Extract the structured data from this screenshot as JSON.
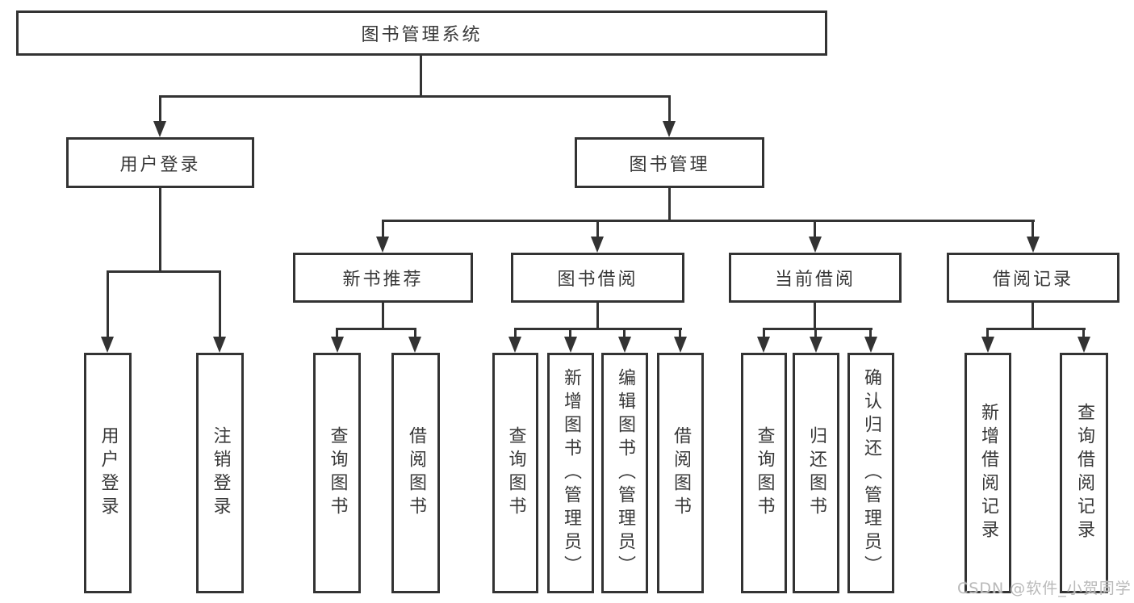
{
  "diagram": {
    "title": "图书管理系统",
    "branches": [
      {
        "label": "用户登录",
        "children": [
          {
            "label": "用户登录"
          },
          {
            "label": "注销登录"
          }
        ]
      },
      {
        "label": "图书管理",
        "children": [
          {
            "label": "新书推荐",
            "children": [
              {
                "label": "查询图书"
              },
              {
                "label": "借阅图书"
              }
            ]
          },
          {
            "label": "图书借阅",
            "children": [
              {
                "label": "查询图书"
              },
              {
                "label": "新增图书（管理员）"
              },
              {
                "label": "编辑图书（管理员）"
              },
              {
                "label": "借阅图书"
              }
            ]
          },
          {
            "label": "当前借阅",
            "children": [
              {
                "label": "查询图书"
              },
              {
                "label": "归还图书"
              },
              {
                "label": "确认归还（管理员）"
              }
            ]
          },
          {
            "label": "借阅记录",
            "children": [
              {
                "label": "新增借阅记录"
              },
              {
                "label": "查询借阅记录"
              }
            ]
          }
        ]
      }
    ]
  },
  "watermark": {
    "text": "CSDN @软件_小贺同学"
  },
  "colors": {
    "line": "#333333",
    "text": "#383838",
    "background": "#ffffff",
    "watermark": "#b9b9b9"
  }
}
